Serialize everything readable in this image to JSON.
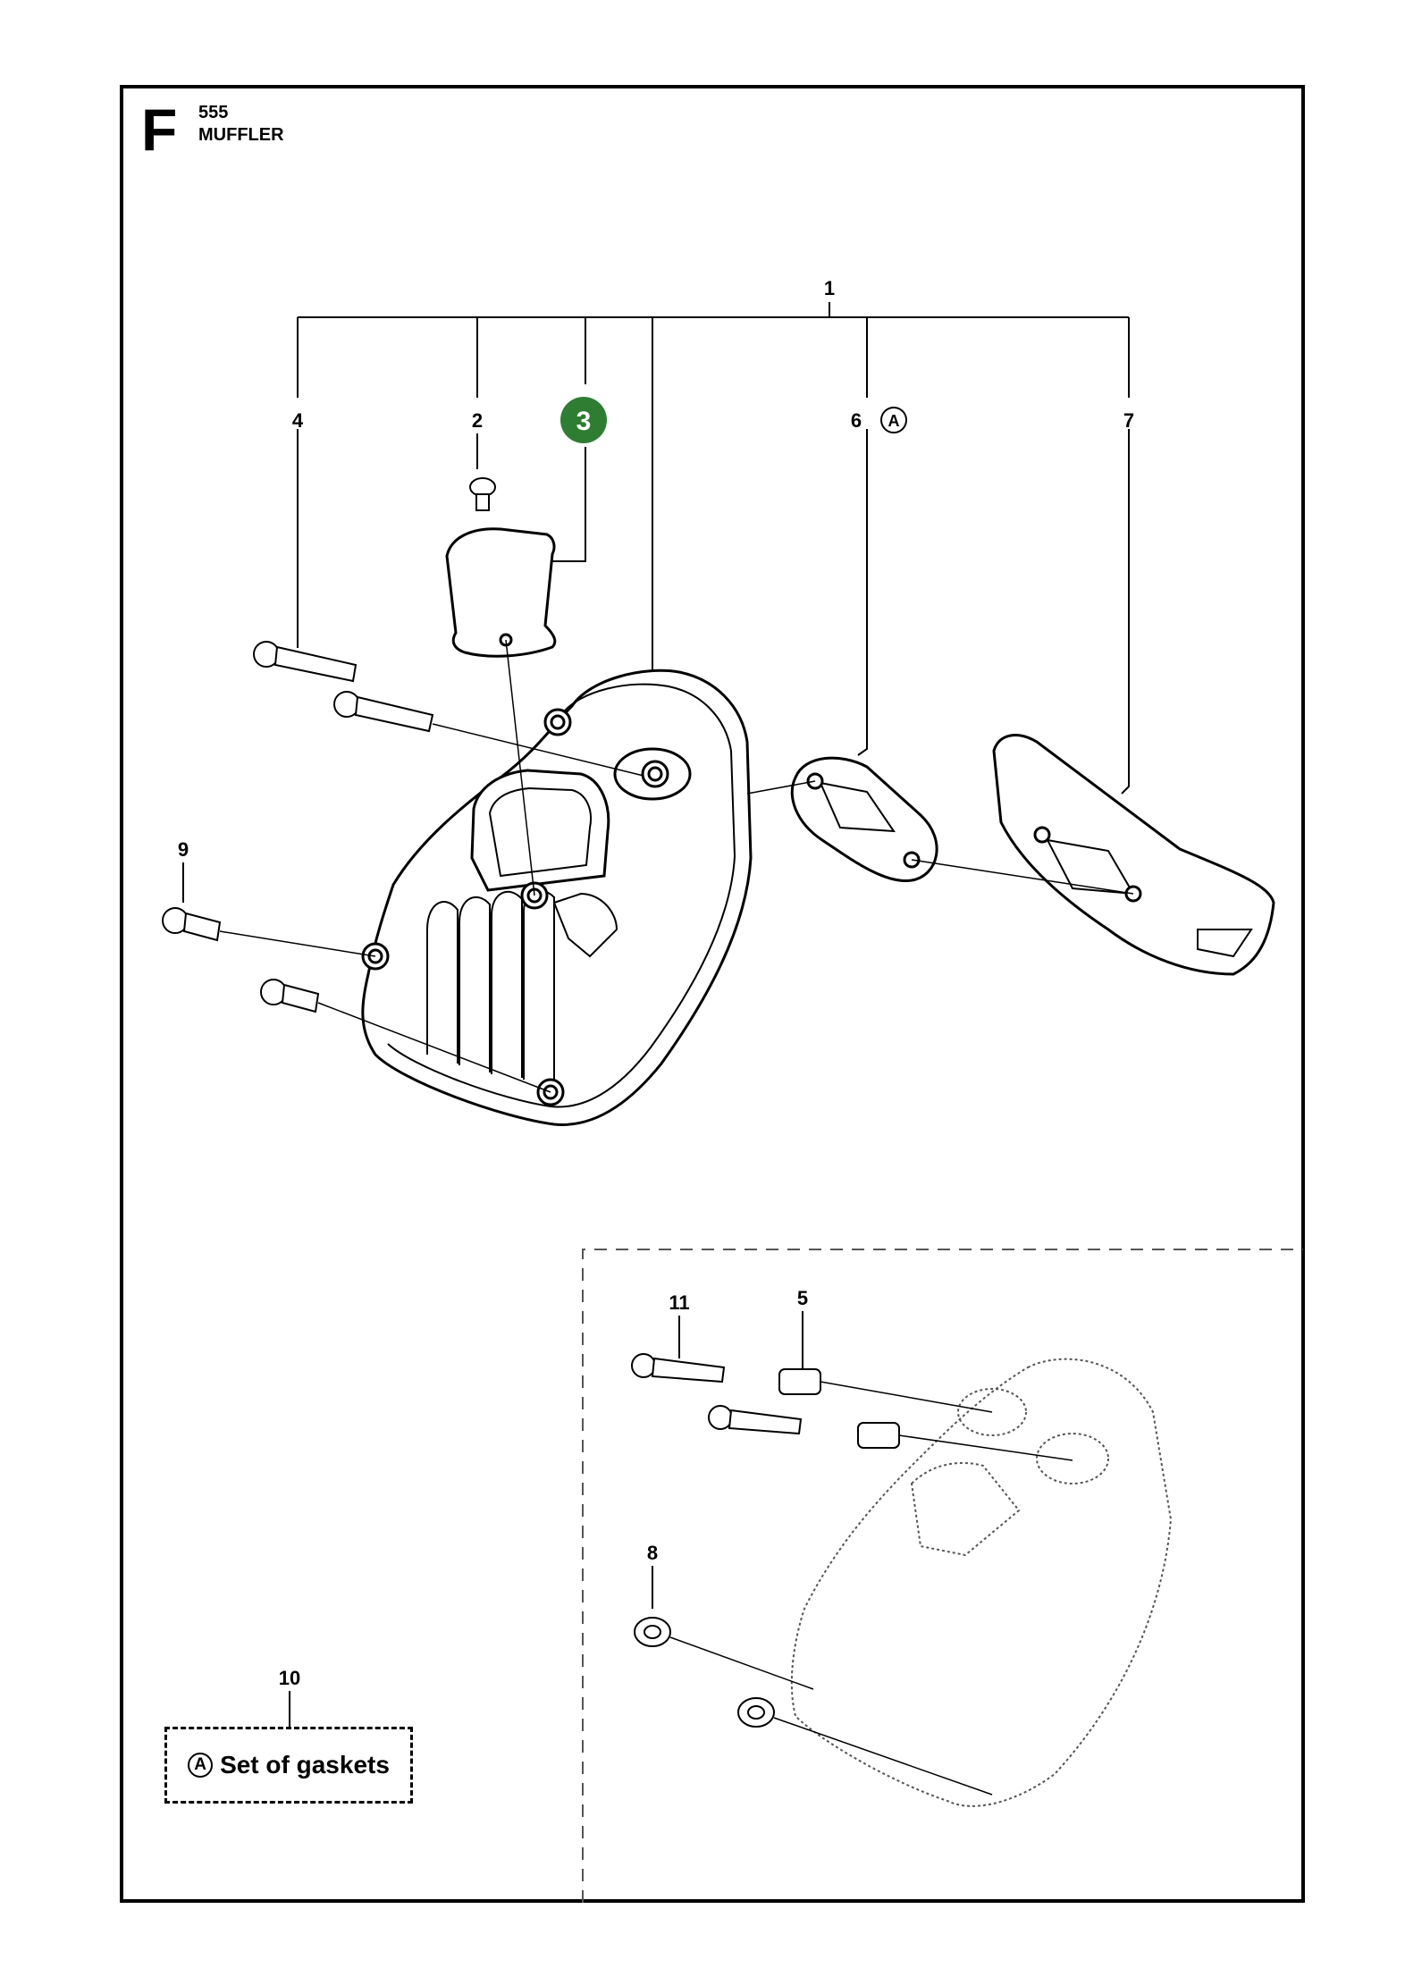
{
  "header": {
    "section_letter": "F",
    "model": "555",
    "title": "MUFFLER"
  },
  "callouts": {
    "c1": "1",
    "c2": "2",
    "c3": "3",
    "c4": "4",
    "c5": "5",
    "c6": "6",
    "c7": "7",
    "c8": "8",
    "c9": "9",
    "c10": "10",
    "c11": "11",
    "gasket_ref": "A"
  },
  "legend": {
    "symbol": "A",
    "label": "Set of gaskets"
  },
  "colors": {
    "highlight": "#2e7d32"
  }
}
